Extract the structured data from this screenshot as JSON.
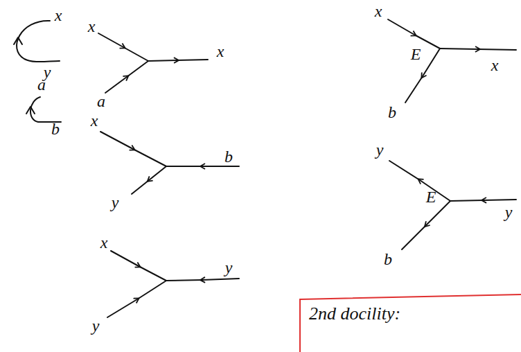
{
  "diagram": {
    "labels": [
      "x",
      "y",
      "a",
      "b",
      "x",
      "a",
      "x",
      "x",
      "E",
      "x",
      "b",
      "x",
      "b",
      "y",
      "y",
      "E",
      "y",
      "b",
      "x",
      "y",
      "y",
      "2nd docility:"
    ]
  }
}
